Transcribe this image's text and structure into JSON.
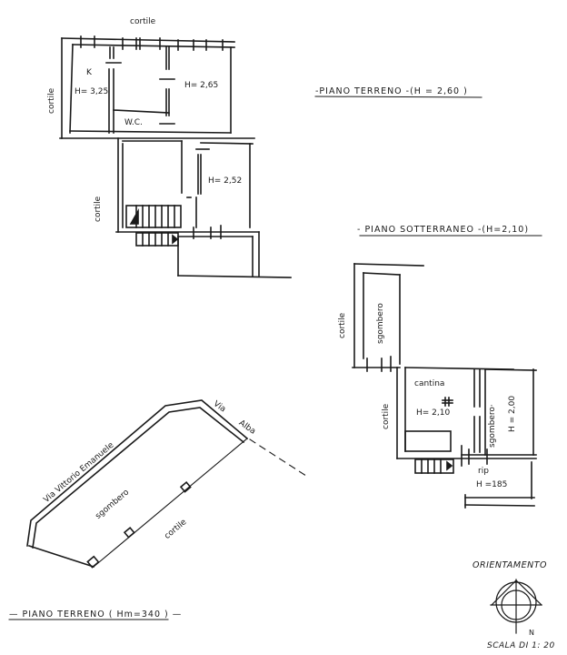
{
  "plans": {
    "piano_terreno_upper": {
      "title": "-PIANO   TERRENO -(H = 2,60 )",
      "labels": {
        "cortile_top": "cortile",
        "cortile_left": "cortile",
        "cortile_left_lower": "cortile",
        "kitchen": "K",
        "kitchen_height": "H= 3,25",
        "room_height": "H= 2,65",
        "wc": "W.C.",
        "lower_room_height": "H= 2,52"
      }
    },
    "piano_sotterraneo": {
      "title": "- PIANO   SOTTERRANEO -(H=2,10)",
      "labels": {
        "cortile_upper": "cortile",
        "sgombero_upper": "sgombero",
        "cantina": "cantina",
        "cantina_height": "H= 2,10",
        "cortile_lower": "cortile",
        "sgombero_right": "sgombero·",
        "sgombero_right_height": "H = 2,00",
        "rip": "rip",
        "rip_height": "H =185"
      }
    },
    "piano_terreno_lower": {
      "title": "— PIANO  TERRENO ( Hm=340 ) —",
      "labels": {
        "via_vittorio_emanuele": "Via   Vittorio   Emanuele",
        "via_alba_1": "Via",
        "via_alba_2": "Alba",
        "sgombero": "sgombero",
        "cortile": "cortile"
      }
    }
  },
  "legend": {
    "orientation_label": "ORIENTAMENTO",
    "north_label": "N",
    "scale": "SCALA DI 1: 20"
  },
  "colors": {
    "ink": "#1a1a1a",
    "paper": "#ffffff"
  }
}
